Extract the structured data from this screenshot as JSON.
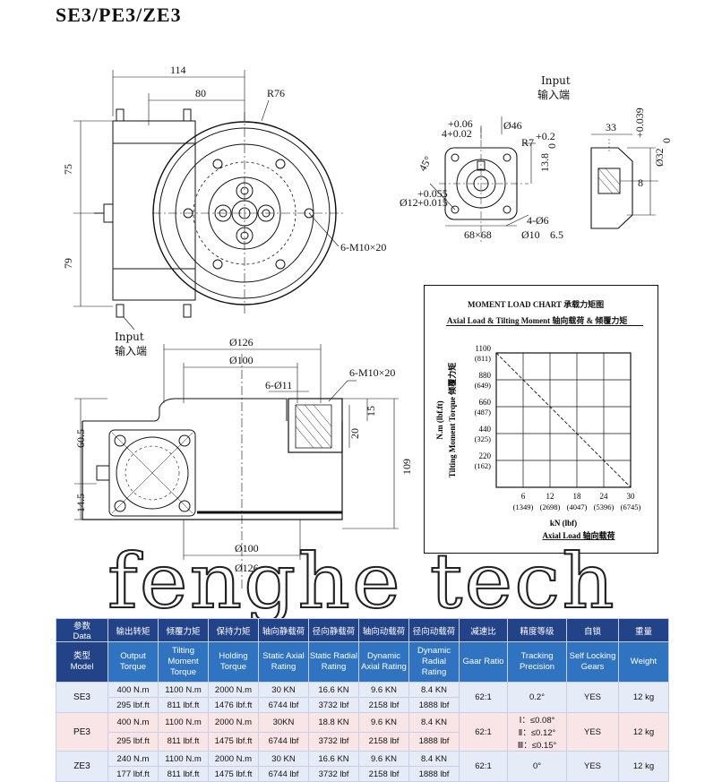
{
  "title": "SE3/PE3/ZE3",
  "drawing": {
    "top_view": {
      "dim_width": "114",
      "dim_inner": "80",
      "radius": "R76",
      "dim_upper": "75",
      "dim_lower": "79",
      "bolt_label": "6-M10×20",
      "input_en": "Input",
      "input_cn": "输入端"
    },
    "side_view": {
      "dia_outer": "Ø126",
      "dia_bore": "Ø100",
      "hole_label": "6-Ø11",
      "bolt_label": "6-M10×20",
      "dim_20": "20",
      "dim_15": "15",
      "dim_60_5": "60.5",
      "dim_14_5": "14.5",
      "dim_109": "109",
      "dia_bottom": "Ø100",
      "dia_bottom_outer": "Ø126"
    },
    "input_detail": {
      "input_en": "Input",
      "input_cn": "输入端",
      "tol_upper": "+0.06",
      "tol_base": "4+0.02",
      "dia_46": "Ø46",
      "radius": "R7",
      "tol_r": "+0.2",
      "dim_13_8": "13.8",
      "tol_r_lower": "0",
      "angle": "45°",
      "dia_12": "Ø12",
      "tol_12_upper": "+0.055",
      "tol_12_lower": "+0.015",
      "square": "68×68",
      "holes": "4-Ø6",
      "dia_10": "Ø10",
      "dim_6_5": "6.5",
      "dim_33": "33",
      "dia_32": "Ø32",
      "tol_32": "+0.039",
      "tol_32_lower": "0",
      "dim_8": "8"
    }
  },
  "chart_data": {
    "type": "line",
    "title": "MOMENT LOAD CHART 承载力矩图",
    "subtitle": "Axial Load & Tilting Moment 轴向载荷 & 倾覆力矩",
    "xlabel": "kN (lbf)",
    "xlabel2": "Axial Load 轴向载荷",
    "ylabel": "N.m (lbf.ft)",
    "ylabel2": "Tilting Moment Torque 倾覆力矩",
    "x_ticks": [
      {
        "value": 6,
        "label": "6",
        "sub": "(1349)"
      },
      {
        "value": 12,
        "label": "12",
        "sub": "(2698)"
      },
      {
        "value": 18,
        "label": "18",
        "sub": "(4047)"
      },
      {
        "value": 24,
        "label": "24",
        "sub": "(5396)"
      },
      {
        "value": 30,
        "label": "30",
        "sub": "(6745)"
      }
    ],
    "y_ticks": [
      {
        "value": 220,
        "label": "220",
        "sub": "(162)"
      },
      {
        "value": 440,
        "label": "440",
        "sub": "(325)"
      },
      {
        "value": 660,
        "label": "660",
        "sub": "(487)"
      },
      {
        "value": 880,
        "label": "880",
        "sub": "(649)"
      },
      {
        "value": 1100,
        "label": "1100",
        "sub": "(811)"
      }
    ],
    "xlim": [
      0,
      30
    ],
    "ylim": [
      0,
      1100
    ],
    "grid": true,
    "series": [
      {
        "x": [
          0,
          30
        ],
        "y": [
          1100,
          0
        ]
      }
    ]
  },
  "watermark": "fenghe tech",
  "table": {
    "corner_top_cn": "参数",
    "corner_top_en": "Data",
    "corner_bottom_cn": "类型",
    "corner_bottom_en": "Model",
    "headers_cn": [
      "输出转矩",
      "倾覆力矩",
      "保持力矩",
      "轴向静载荷",
      "径向静载荷",
      "轴向动载荷",
      "径向动载荷",
      "减速比",
      "精度等级",
      "自锁",
      "重量"
    ],
    "headers_en": [
      "Output Torque",
      "Tilting Moment Torque",
      "Holding Torque",
      "Static Axial Rating",
      "Static Radial Rating",
      "Dynamic Axial Rating",
      "Dynamic Radial Rating",
      "Gaar Ratio",
      "Tracking Precision",
      "Self Locking Gears",
      "Weight"
    ],
    "rows": [
      {
        "model": "SE3",
        "metric": [
          "400 N.m",
          "1100 N.m",
          "2000 N.m",
          "30 KN",
          "16.6 KN",
          "9.6 KN",
          "8.4 KN"
        ],
        "imperial": [
          "295 lbf.ft",
          "811 lbf.ft",
          "1476 lbf.ft",
          "6744 lbf",
          "3732 lbf",
          "2158 lbf",
          "1888 lbf"
        ],
        "ratio": "62:1",
        "precision": [
          "0.2°"
        ],
        "self_lock": "YES",
        "weight": "12 kg"
      },
      {
        "model": "PE3",
        "metric": [
          "400 N.m",
          "1100 N.m",
          "2000 N.m",
          "30KN",
          "18.8 KN",
          "9.6 KN",
          "8.4 KN"
        ],
        "imperial": [
          "295 lbf.ft",
          "811 lbf.ft",
          "1475 lbf.ft",
          "6744 lbf",
          "3732 lbf",
          "2158 lbf",
          "1888 lbf"
        ],
        "ratio": "62:1",
        "precision": [
          "Ⅰ：≤0.08°",
          "Ⅱ：≤0.12°",
          "Ⅲ：≤0.15°"
        ],
        "self_lock": "YES",
        "weight": "12 kg"
      },
      {
        "model": "ZE3",
        "metric": [
          "240 N.m",
          "1100 N.m",
          "2000 N.m",
          "30 KN",
          "16.6 KN",
          "9.6 KN",
          "8.4 KN"
        ],
        "imperial": [
          "177 lbf.ft",
          "811 lbf.ft",
          "1475 lbf.ft",
          "6744 lbf",
          "3732 lbf",
          "2158 lbf",
          "1888 lbf"
        ],
        "ratio": "62:1",
        "precision": [
          "0°"
        ],
        "self_lock": "YES",
        "weight": "12 kg"
      }
    ]
  }
}
